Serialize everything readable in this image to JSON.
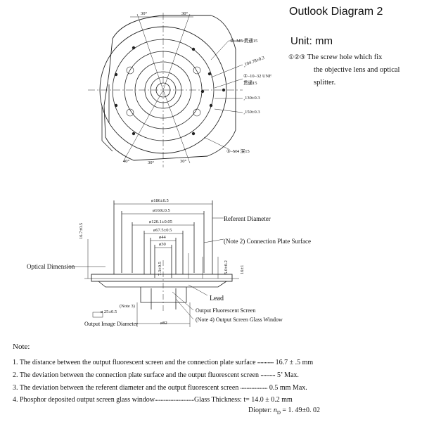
{
  "header": {
    "title": "Outlook Diagram 2",
    "unit": "Unit: mm"
  },
  "screw_note": {
    "symbols": "①②③",
    "line1": "The screw hole which fix",
    "line2": "the objective lens and optical",
    "line3": "splitter."
  },
  "top_view": {
    "angle_top_left": "30°",
    "angle_top_right": "30°",
    "angle_bottom_left": "40°",
    "angle_bottom_mid": "30°",
    "angle_bottom_right": "30°",
    "callouts": [
      "①–M5 贯通15",
      "¸104.78±0.3",
      "②–10–32 UNF",
      "贯通15",
      "¸130±0.3",
      "¸150±0.3",
      "③–M4 深15"
    ]
  },
  "section_view": {
    "dims": [
      "ø186±0.5",
      "ø160±0.5",
      "ø120.1±0.05",
      "ø67.5±0.5",
      "ø44",
      "ø30",
      "ø 25±0.5",
      "ø82"
    ],
    "vertical_dims": [
      "16.7±0.5",
      "7.3±0.5",
      "5.0±0.2",
      "16±1"
    ],
    "labels": {
      "referent_diameter": "Referent Diameter",
      "connection_plate": "(Note 2)  Connection Plate Surface",
      "optical_dimension": "Optical Dimension",
      "lead": "Lead",
      "output_fluorescent": "Output Fluorescent Screen",
      "glass_window": "(Note 4) Output Screen Glass Window",
      "output_image_diameter": "Output Image Diameter",
      "note3": "(Note 3)"
    }
  },
  "notes": {
    "heading": "Note:",
    "items": [
      {
        "text": "1. The distance between the output fluorescent screen and the connection plate surface",
        "leader": "•••••••••••",
        "value": "16.7 ± .5 mm"
      },
      {
        "text": "2. The deviation between the connection plate surface and the output fluorescent screen",
        "leader": "••••••••••",
        "value": "5’ Max."
      },
      {
        "text": "3. The deviation between the referent diameter and the output fluorescent screen",
        "leader": "••••••••••••••••••••••",
        "value": "0.5 mm Max."
      },
      {
        "text": "4. Phosphor deposited output screen glass window",
        "leader": "••••••••••••••••••••••••••••••••",
        "value": "Glass Thickness: t= 14.0 ± 0.2 mm"
      }
    ],
    "diopter_label": "Diopter:",
    "diopter_value": "n",
    "diopter_sub": "D",
    "diopter_rest": " = 1. 49±0. 02"
  }
}
